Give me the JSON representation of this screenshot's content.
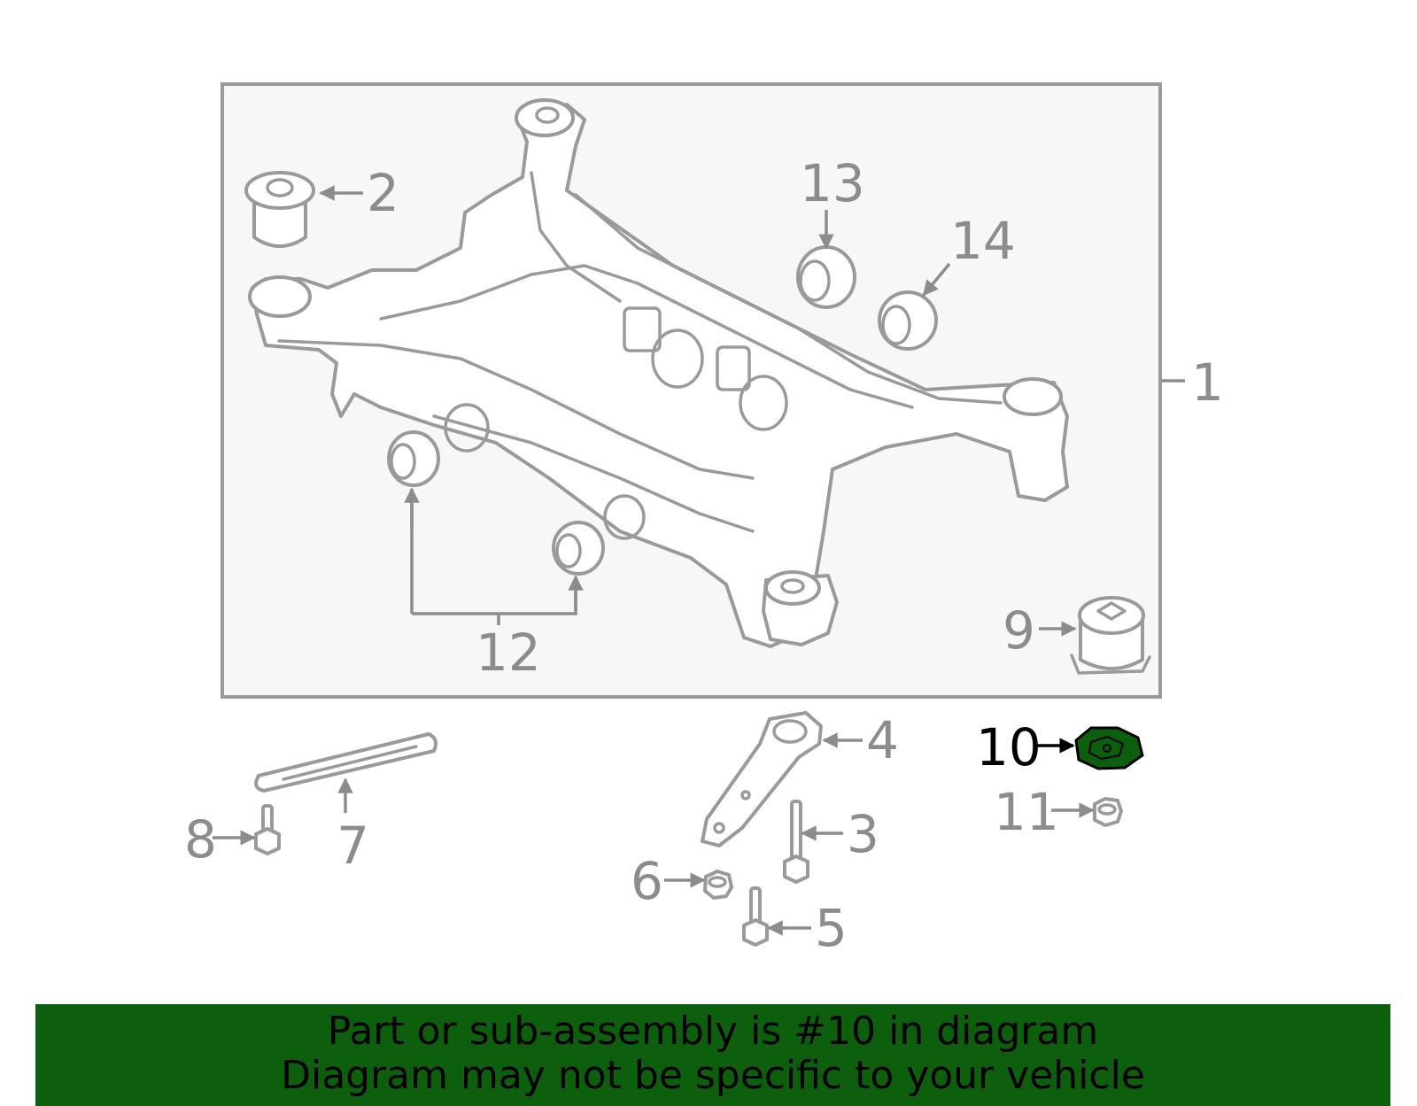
{
  "callouts": {
    "c1": "1",
    "c2": "2",
    "c3": "3",
    "c4": "4",
    "c5": "5",
    "c6": "6",
    "c7": "7",
    "c8": "8",
    "c9": "9",
    "c10": "10",
    "c11": "11",
    "c12": "12",
    "c13": "13",
    "c14": "14"
  },
  "highlight_color": "#0d5f0d",
  "banner": {
    "line1": "Part or sub-assembly is #10 in diagram",
    "line2": "Diagram may not be specific to your vehicle"
  }
}
